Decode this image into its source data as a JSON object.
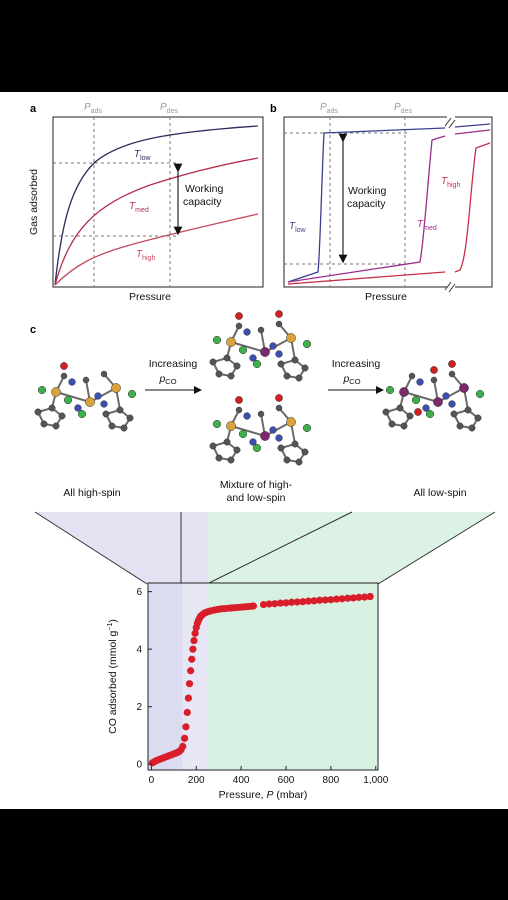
{
  "panel_a": {
    "letter": "a",
    "p_ads": "P",
    "p_ads_sub": "ads",
    "p_des": "P",
    "p_des_sub": "des",
    "ylabel": "Gas adsorbed",
    "xlabel": "Pressure",
    "capacity_line1": "Working",
    "capacity_line2": "capacity",
    "t_low": "T",
    "t_low_sub": "low",
    "t_med": "T",
    "t_med_sub": "med",
    "t_high": "T",
    "t_high_sub": "high",
    "colors": {
      "t_low": "#2b2d5c",
      "t_med": "#b0304a",
      "t_high": "#c44a5c"
    }
  },
  "panel_b": {
    "letter": "b",
    "p_ads": "P",
    "p_ads_sub": "ads",
    "p_des": "P",
    "p_des_sub": "des",
    "xlabel": "Pressure",
    "capacity_line1": "Working",
    "capacity_line2": "capacity",
    "t_low": "T",
    "t_low_sub": "low",
    "t_med": "T",
    "t_med_sub": "med",
    "t_high": "T",
    "t_high_sub": "high",
    "colors": {
      "t_low": "#3a3f8f",
      "t_med": "#9b2d8a",
      "t_high": "#c8304a"
    }
  },
  "panel_c": {
    "letter": "c",
    "arrow1_line1": "Increasing",
    "arrow1_line2": "p",
    "arrow1_sub": "CO",
    "arrow2_line1": "Increasing",
    "arrow2_line2": "p",
    "arrow2_sub": "CO",
    "caption_left": "All high-spin",
    "caption_mid_line1": "Mixture of high-",
    "caption_mid_line2": "and low-spin",
    "caption_right": "All low-spin",
    "atom_colors": {
      "metal_hs": "#d9a23a",
      "metal_ls": "#7a2a6a",
      "nitrogen": "#3a4fb0",
      "carbon": "#555555",
      "chlorine": "#3cb04a",
      "oxygen": "#d02020"
    }
  },
  "chart_data": {
    "type": "scatter",
    "ylabel": "CO adsorbed (mmol g⁻¹)",
    "ylabel_main": "CO adsorbed (mmol g",
    "ylabel_sup": "−1",
    "ylabel_end": ")",
    "xlabel_pre": "Pressure, ",
    "xlabel_var": "P",
    "xlabel_post": " (mbar)",
    "xlim": [
      -15,
      1010
    ],
    "ylim": [
      -0.2,
      6.3
    ],
    "xticks": [
      0,
      200,
      400,
      600,
      800,
      1000
    ],
    "xtick_labels": [
      "0",
      "200",
      "400",
      "600",
      "800",
      "1,000"
    ],
    "yticks": [
      0,
      2,
      4,
      6
    ],
    "ytick_labels": [
      "0",
      "2",
      "4",
      "6"
    ],
    "regions": [
      {
        "name": "high-spin",
        "from": -15,
        "to": 140,
        "color": "#dcdcf0"
      },
      {
        "name": "mixture",
        "from": 140,
        "to": 250,
        "color": "#e6e6f5"
      },
      {
        "name": "low-spin",
        "from": 250,
        "to": 1010,
        "color": "#d8f0e2"
      }
    ],
    "marker_color": "#d81e2a",
    "x": [
      5,
      12,
      20,
      30,
      40,
      50,
      60,
      70,
      80,
      90,
      100,
      110,
      118,
      125,
      132,
      140,
      148,
      154,
      160,
      165,
      170,
      175,
      180,
      185,
      190,
      195,
      200,
      205,
      210,
      215,
      220,
      228,
      236,
      245,
      255,
      265,
      280,
      295,
      310,
      325,
      340,
      355,
      370,
      385,
      400,
      415,
      430,
      445,
      455,
      500,
      525,
      550,
      575,
      600,
      625,
      650,
      675,
      700,
      725,
      750,
      775,
      800,
      825,
      850,
      875,
      900,
      925,
      950,
      975
    ],
    "y": [
      0.05,
      0.08,
      0.12,
      0.15,
      0.18,
      0.21,
      0.24,
      0.27,
      0.3,
      0.33,
      0.36,
      0.39,
      0.42,
      0.45,
      0.5,
      0.62,
      0.9,
      1.3,
      1.8,
      2.3,
      2.8,
      3.25,
      3.65,
      4.0,
      4.3,
      4.55,
      4.75,
      4.9,
      5.0,
      5.08,
      5.15,
      5.2,
      5.25,
      5.28,
      5.31,
      5.33,
      5.36,
      5.38,
      5.4,
      5.41,
      5.42,
      5.43,
      5.44,
      5.45,
      5.46,
      5.47,
      5.48,
      5.49,
      5.5,
      5.55,
      5.57,
      5.58,
      5.6,
      5.61,
      5.63,
      5.64,
      5.65,
      5.67,
      5.68,
      5.7,
      5.71,
      5.72,
      5.74,
      5.75,
      5.77,
      5.78,
      5.8,
      5.81,
      5.83
    ]
  }
}
